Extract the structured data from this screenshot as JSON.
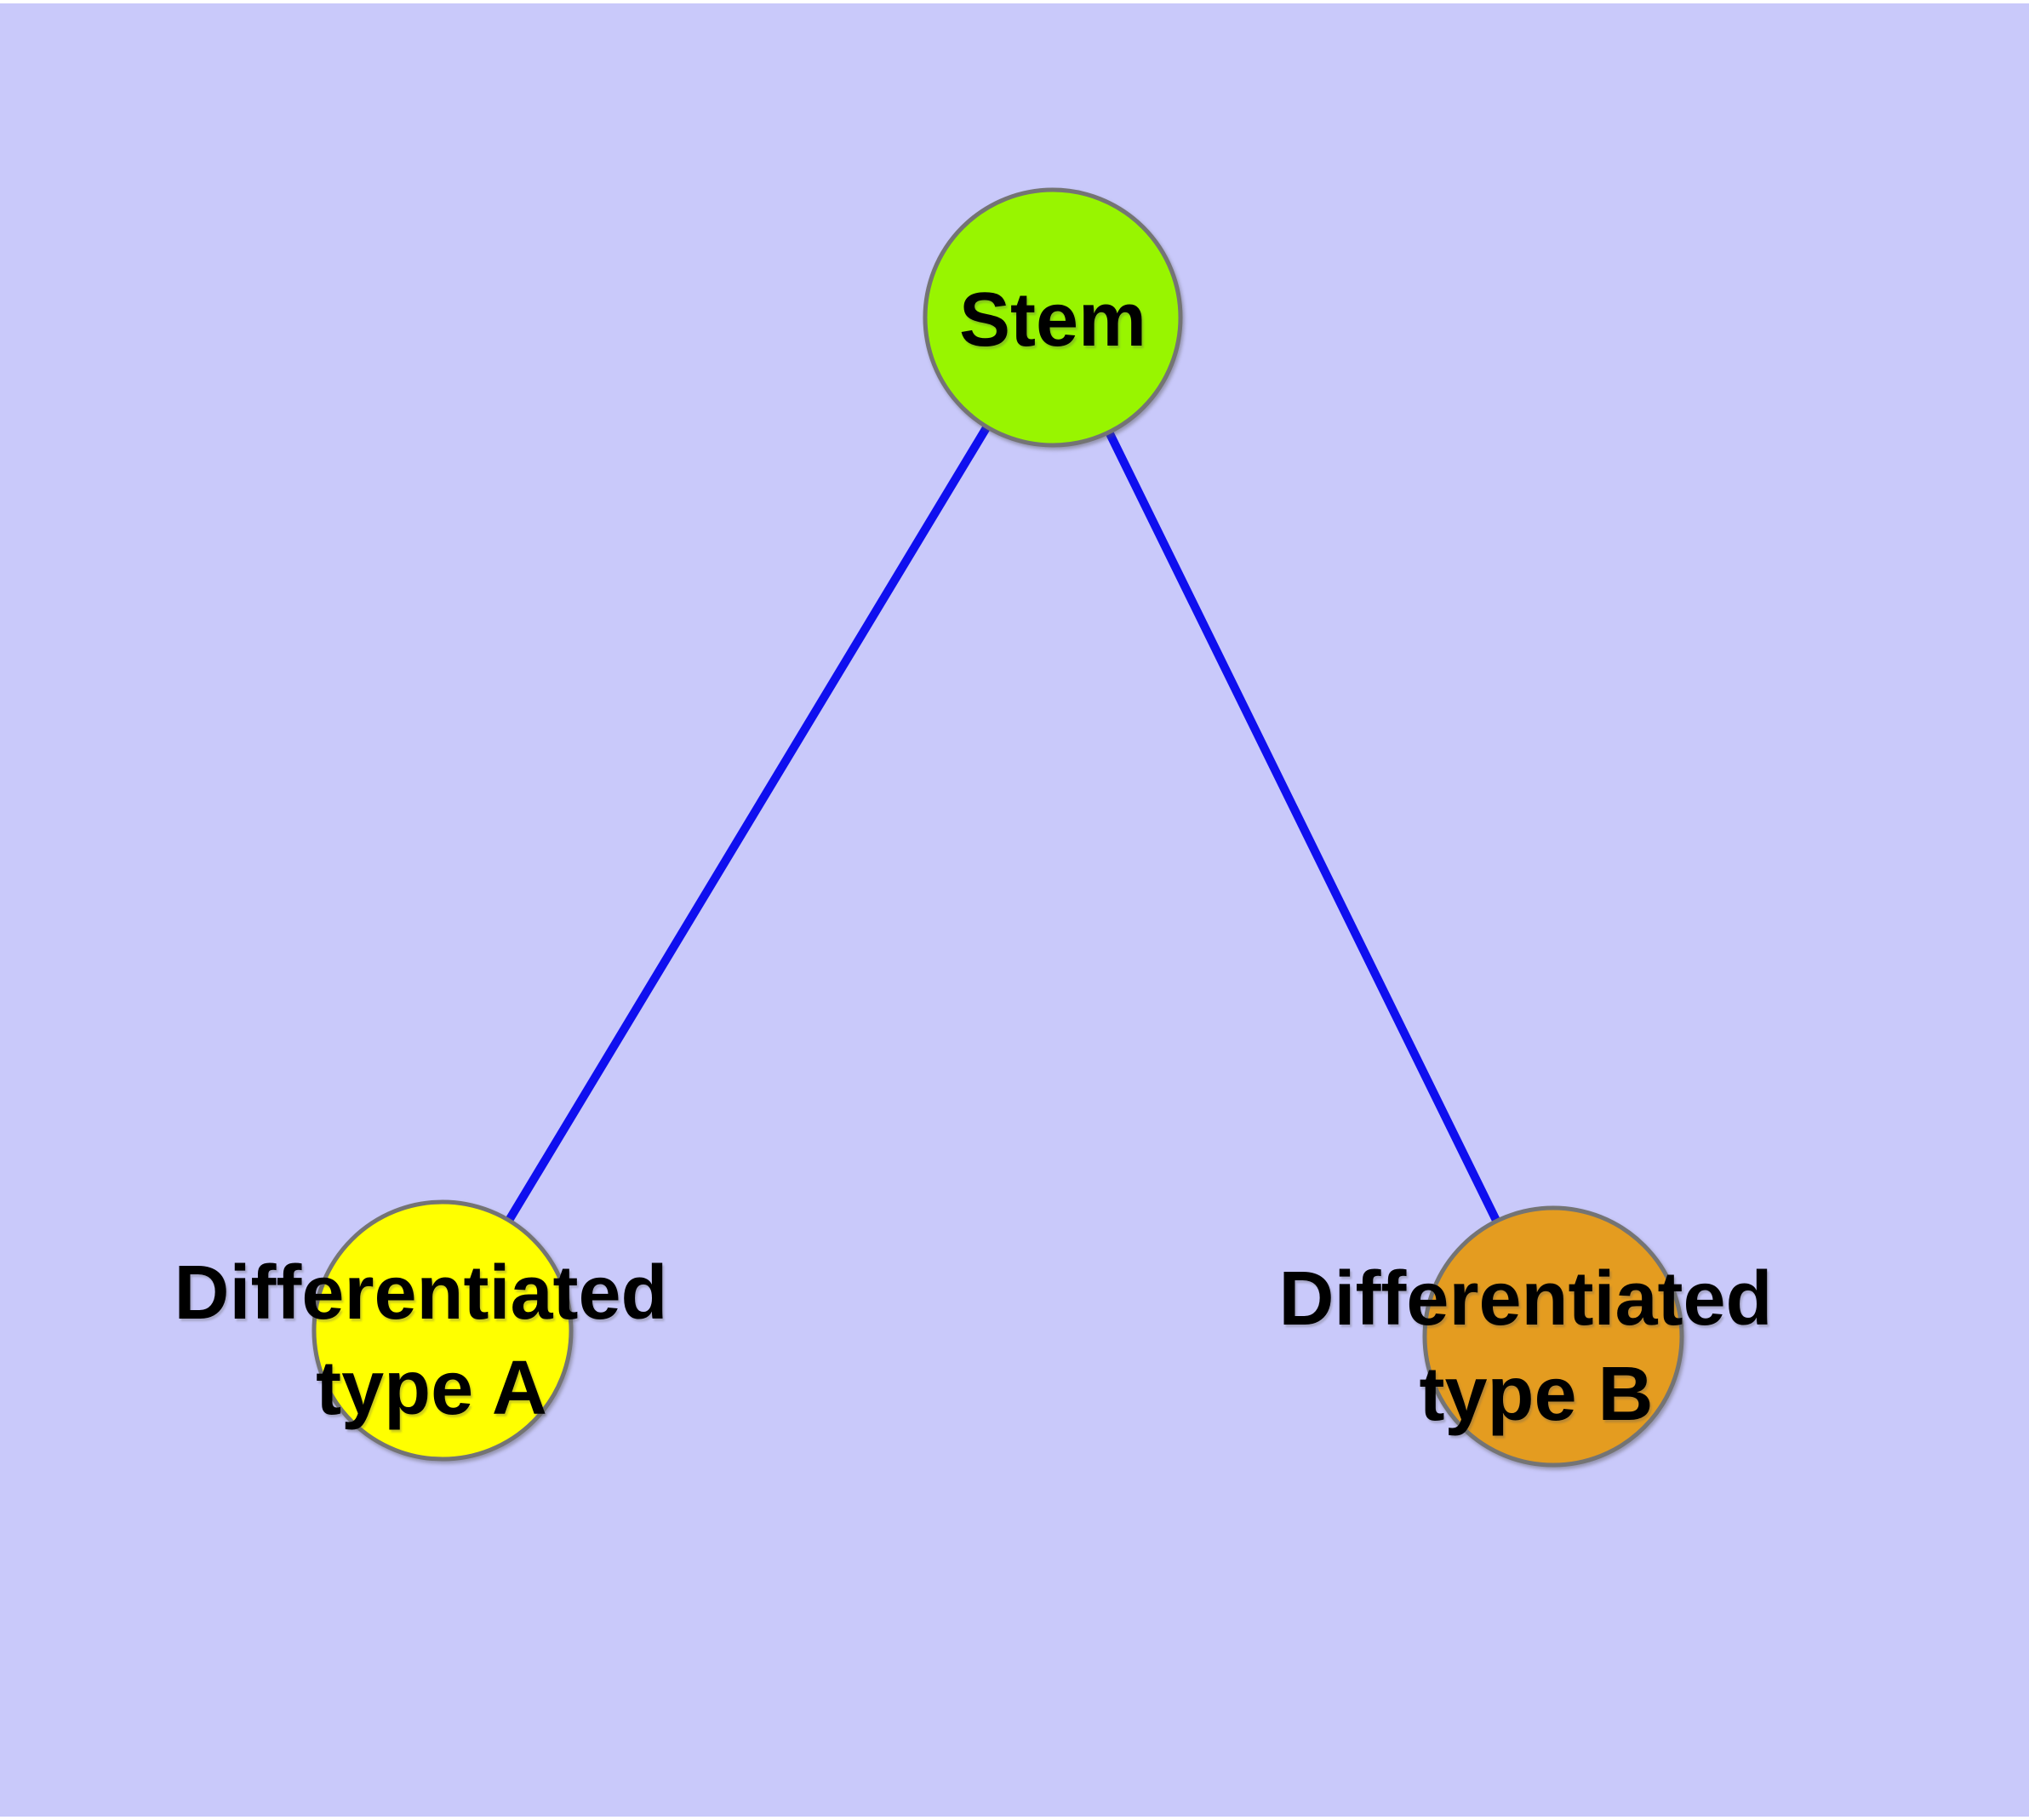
{
  "page": {
    "margin_color": "#ffffff",
    "canvas_color": "#c9c9fa"
  },
  "diagram": {
    "type": "node-link-graph",
    "edge_color": "#0f0fef",
    "node_border_color": "#747474",
    "label_color": "#000000",
    "nodes": [
      {
        "id": "stem",
        "label": "Stem",
        "fill": "#98f500"
      },
      {
        "id": "differentiated-type-a",
        "label": "Differentiated type A",
        "label_lines": [
          "Differentiated",
          "type A"
        ],
        "fill": "#ffff00"
      },
      {
        "id": "differentiated-type-b",
        "label": "Differentiated type B",
        "label_lines": [
          "Differentiated",
          "type B"
        ],
        "fill": "#e49c20"
      }
    ],
    "edges": [
      {
        "from": "stem",
        "to": "differentiated-type-a"
      },
      {
        "from": "stem",
        "to": "differentiated-type-b"
      }
    ]
  }
}
